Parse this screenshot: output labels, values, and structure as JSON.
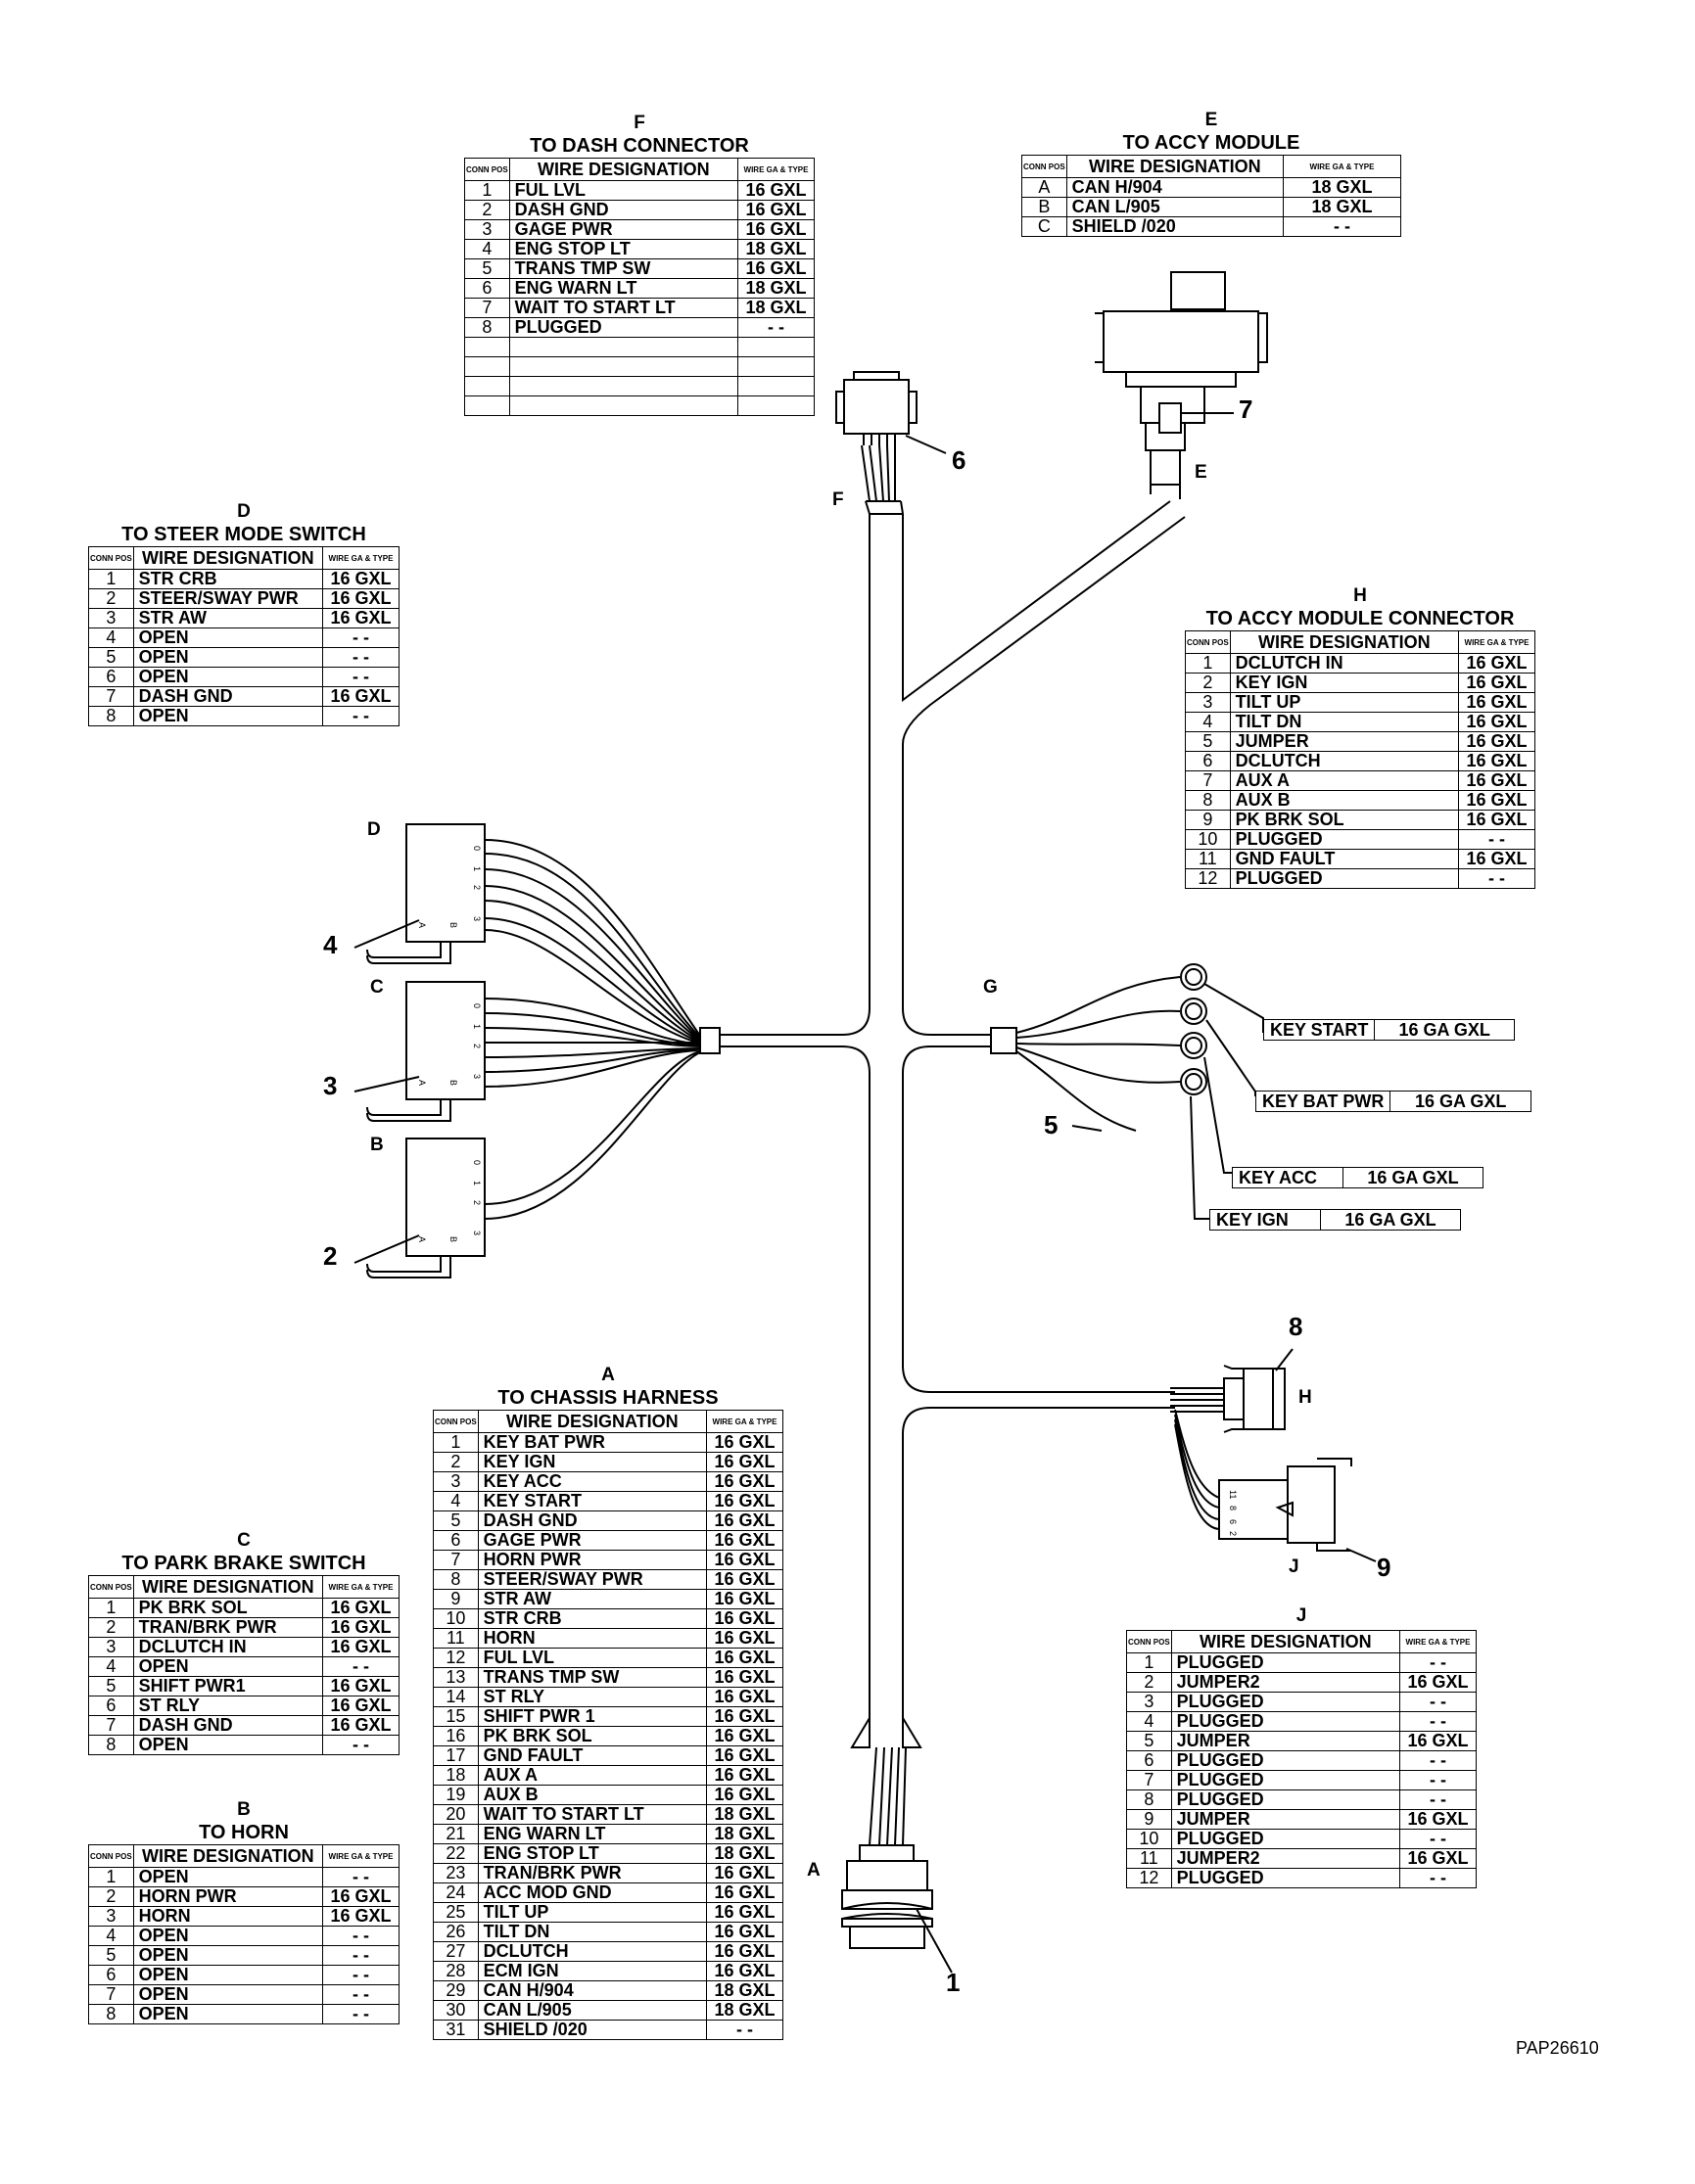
{
  "figure_code": "PAP26610",
  "header_labels": {
    "conn_pos": "CONN POS",
    "wire_designation": "WIRE DESIGNATION",
    "wire_ga_type": "WIRE GA & TYPE"
  },
  "tables": {
    "F": {
      "letter": "F",
      "title": "TO DASH CONNECTOR",
      "rows": [
        [
          "1",
          "FUL LVL",
          "16 GXL"
        ],
        [
          "2",
          "DASH GND",
          "16 GXL"
        ],
        [
          "3",
          "GAGE PWR",
          "16 GXL"
        ],
        [
          "4",
          "ENG STOP LT",
          "18 GXL"
        ],
        [
          "5",
          "TRANS TMP SW",
          "16 GXL"
        ],
        [
          "6",
          "ENG WARN LT",
          "18 GXL"
        ],
        [
          "7",
          "WAIT TO START LT",
          "18 GXL"
        ],
        [
          "8",
          "PLUGGED",
          "- -"
        ],
        [
          "",
          "",
          ""
        ],
        [
          "",
          "",
          ""
        ],
        [
          "",
          "",
          ""
        ],
        [
          "",
          "",
          ""
        ]
      ]
    },
    "E": {
      "letter": "E",
      "title": "TO ACCY MODULE",
      "rows": [
        [
          "A",
          "CAN H/904",
          "18 GXL"
        ],
        [
          "B",
          "CAN L/905",
          "18 GXL"
        ],
        [
          "C",
          "SHIELD /020",
          "- -"
        ]
      ]
    },
    "D": {
      "letter": "D",
      "title": "TO STEER MODE SWITCH",
      "rows": [
        [
          "1",
          "STR CRB",
          "16 GXL"
        ],
        [
          "2",
          "STEER/SWAY PWR",
          "16 GXL"
        ],
        [
          "3",
          "STR AW",
          "16 GXL"
        ],
        [
          "4",
          "OPEN",
          "- -"
        ],
        [
          "5",
          "OPEN",
          "- -"
        ],
        [
          "6",
          "OPEN",
          "- -"
        ],
        [
          "7",
          "DASH GND",
          "16 GXL"
        ],
        [
          "8",
          "OPEN",
          "- -"
        ]
      ]
    },
    "H": {
      "letter": "H",
      "title": "TO ACCY MODULE CONNECTOR",
      "rows": [
        [
          "1",
          "DCLUTCH IN",
          "16 GXL"
        ],
        [
          "2",
          "KEY IGN",
          "16 GXL"
        ],
        [
          "3",
          "TILT UP",
          "16 GXL"
        ],
        [
          "4",
          "TILT DN",
          "16 GXL"
        ],
        [
          "5",
          "JUMPER",
          "16 GXL"
        ],
        [
          "6",
          "DCLUTCH",
          "16 GXL"
        ],
        [
          "7",
          "AUX A",
          "16 GXL"
        ],
        [
          "8",
          "AUX B",
          "16 GXL"
        ],
        [
          "9",
          "PK BRK SOL",
          "16 GXL"
        ],
        [
          "10",
          "PLUGGED",
          "- -"
        ],
        [
          "11",
          "GND FAULT",
          "16 GXL"
        ],
        [
          "12",
          "PLUGGED",
          "- -"
        ]
      ]
    },
    "A": {
      "letter": "A",
      "title": "TO CHASSIS HARNESS",
      "rows": [
        [
          "1",
          "KEY BAT PWR",
          "16 GXL"
        ],
        [
          "2",
          "KEY IGN",
          "16 GXL"
        ],
        [
          "3",
          "KEY ACC",
          "16 GXL"
        ],
        [
          "4",
          "KEY START",
          "16 GXL"
        ],
        [
          "5",
          "DASH GND",
          "16 GXL"
        ],
        [
          "6",
          "GAGE PWR",
          "16 GXL"
        ],
        [
          "7",
          "HORN PWR",
          "16 GXL"
        ],
        [
          "8",
          "STEER/SWAY PWR",
          "16 GXL"
        ],
        [
          "9",
          "STR AW",
          "16 GXL"
        ],
        [
          "10",
          "STR CRB",
          "16 GXL"
        ],
        [
          "11",
          "HORN",
          "16 GXL"
        ],
        [
          "12",
          "FUL LVL",
          "16 GXL"
        ],
        [
          "13",
          "TRANS TMP SW",
          "16 GXL"
        ],
        [
          "14",
          "ST RLY",
          "16 GXL"
        ],
        [
          "15",
          "SHIFT PWR 1",
          "16 GXL"
        ],
        [
          "16",
          "PK BRK SOL",
          "16 GXL"
        ],
        [
          "17",
          "GND FAULT",
          "16 GXL"
        ],
        [
          "18",
          "AUX A",
          "16 GXL"
        ],
        [
          "19",
          "AUX B",
          "16 GXL"
        ],
        [
          "20",
          "WAIT TO START LT",
          "18 GXL"
        ],
        [
          "21",
          "ENG WARN LT",
          "18 GXL"
        ],
        [
          "22",
          "ENG STOP LT",
          "18 GXL"
        ],
        [
          "23",
          "TRAN/BRK PWR",
          "16 GXL"
        ],
        [
          "24",
          "ACC MOD GND",
          "16 GXL"
        ],
        [
          "25",
          "TILT UP",
          "16 GXL"
        ],
        [
          "26",
          "TILT DN",
          "16 GXL"
        ],
        [
          "27",
          "DCLUTCH",
          "16 GXL"
        ],
        [
          "28",
          "ECM IGN",
          "16 GXL"
        ],
        [
          "29",
          "CAN H/904",
          "18 GXL"
        ],
        [
          "30",
          "CAN L/905",
          "18 GXL"
        ],
        [
          "31",
          "SHIELD /020",
          "- -"
        ]
      ]
    },
    "C": {
      "letter": "C",
      "title": "TO PARK BRAKE SWITCH",
      "rows": [
        [
          "1",
          "PK BRK SOL",
          "16 GXL"
        ],
        [
          "2",
          "TRAN/BRK PWR",
          "16 GXL"
        ],
        [
          "3",
          "DCLUTCH IN",
          "16 GXL"
        ],
        [
          "4",
          "OPEN",
          "- -"
        ],
        [
          "5",
          "SHIFT PWR1",
          "16 GXL"
        ],
        [
          "6",
          "ST RLY",
          "16 GXL"
        ],
        [
          "7",
          "DASH GND",
          "16 GXL"
        ],
        [
          "8",
          "OPEN",
          "- -"
        ]
      ]
    },
    "B": {
      "letter": "B",
      "title": "TO HORN",
      "rows": [
        [
          "1",
          "OPEN",
          "- -"
        ],
        [
          "2",
          "HORN PWR",
          "16 GXL"
        ],
        [
          "3",
          "HORN",
          "16 GXL"
        ],
        [
          "4",
          "OPEN",
          "- -"
        ],
        [
          "5",
          "OPEN",
          "- -"
        ],
        [
          "6",
          "OPEN",
          "- -"
        ],
        [
          "7",
          "OPEN",
          "- -"
        ],
        [
          "8",
          "OPEN",
          "- -"
        ]
      ]
    },
    "J": {
      "letter": "J",
      "title": "",
      "rows": [
        [
          "1",
          "PLUGGED",
          "- -"
        ],
        [
          "2",
          "JUMPER2",
          "16 GXL"
        ],
        [
          "3",
          "PLUGGED",
          "- -"
        ],
        [
          "4",
          "PLUGGED",
          "- -"
        ],
        [
          "5",
          "JUMPER",
          "16 GXL"
        ],
        [
          "6",
          "PLUGGED",
          "- -"
        ],
        [
          "7",
          "PLUGGED",
          "- -"
        ],
        [
          "8",
          "PLUGGED",
          "- -"
        ],
        [
          "9",
          "JUMPER",
          "16 GXL"
        ],
        [
          "10",
          "PLUGGED",
          "- -"
        ],
        [
          "11",
          "JUMPER2",
          "16 GXL"
        ],
        [
          "12",
          "PLUGGED",
          "- -"
        ]
      ]
    }
  },
  "ring_terminals": [
    {
      "name": "KEY START",
      "gauge": "16 GA GXL"
    },
    {
      "name": "KEY BAT PWR",
      "gauge": "16 GA GXL"
    },
    {
      "name": "KEY ACC",
      "gauge": "16 GA GXL"
    },
    {
      "name": "KEY IGN",
      "gauge": "16 GA GXL"
    }
  ],
  "callout_numbers": [
    "1",
    "2",
    "3",
    "4",
    "5",
    "6",
    "7",
    "8",
    "9"
  ],
  "connector_letters": [
    "A",
    "B",
    "C",
    "D",
    "E",
    "F",
    "G",
    "H",
    "J"
  ],
  "small_pin_labels": {
    "top": "0",
    "mid1": "1",
    "mid2": "2",
    "bottom": "3",
    "a": "A",
    "b": "B",
    "h_pins": [
      "11",
      "8",
      "6",
      "2"
    ]
  }
}
